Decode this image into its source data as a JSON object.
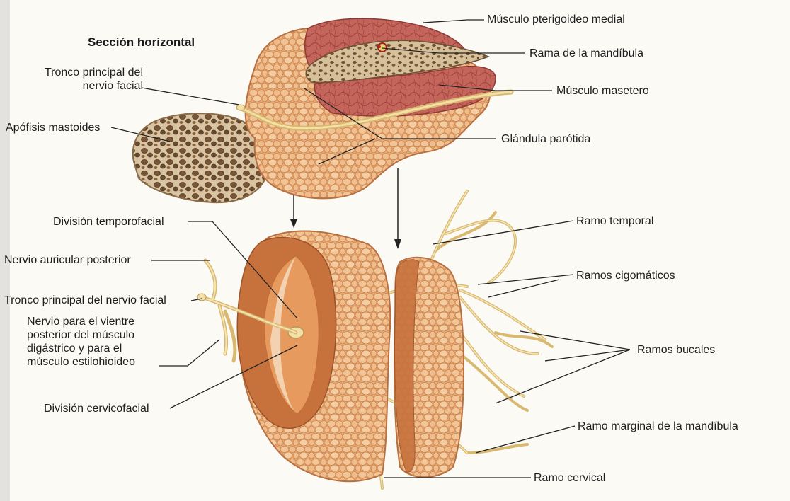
{
  "title": "Sección horizontal",
  "labels": {
    "musculo_pterigoideo_medial": "Músculo pterigoideo medial",
    "rama_mandibula": "Rama de la mandíbula",
    "musculo_masetero": "Músculo masetero",
    "tronco_principal_top": "Tronco principal del nervio facial",
    "apofisis_mastoides": "Apófisis mastoides",
    "glandula_parotida": "Glándula parótida",
    "division_temporofacial": "División temporofacial",
    "nervio_auricular_posterior": "Nervio auricular posterior",
    "tronco_principal_bottom": "Tronco principal del nervio facial",
    "nervio_digastrico": "Nervio para el vientre posterior del músculo digástrico y para el músculo estilohioideo",
    "division_cervicofacial": "División cervicofacial",
    "ramo_temporal": "Ramo temporal",
    "ramos_cigomaticos": "Ramos cigomáticos",
    "ramos_bucales": "Ramos bucales",
    "ramo_marginal": "Ramo marginal de la mandíbula",
    "ramo_cervical": "Ramo cervical"
  },
  "colors": {
    "gland": "#e4a06a",
    "gland_light": "#f0c08f",
    "gland_dark": "#c46a35",
    "muscle": "#c0605a",
    "bone": "#cdb28a",
    "nerve": "#ecd79a",
    "background": "#fbfaf5"
  }
}
